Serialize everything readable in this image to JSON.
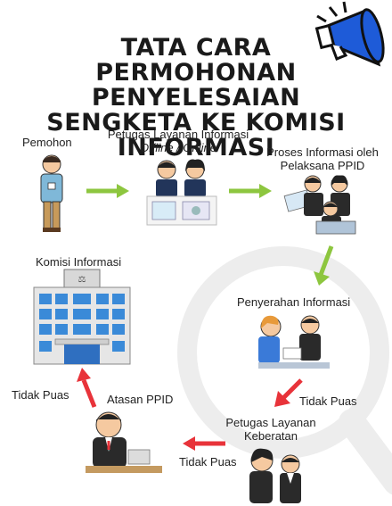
{
  "title": {
    "line1": "TATA CARA",
    "line2": "PERMOHONAN PENYELESAIAN",
    "line3": "SENGKETA KE KOMISI INFORMASI"
  },
  "nodes": {
    "pemohon": "Pemohon",
    "petugas_layanan_line1": "Petugas Layanan Informasi",
    "petugas_layanan_line2": "Offline / Online",
    "proses_line1": "Proses Informasi oleh",
    "proses_line2": "Pelaksana PPID",
    "penyerahan": "Penyerahan Informasi",
    "keberatan_line1": "Petugas Layanan",
    "keberatan_line2": "Keberatan",
    "atasan": "Atasan PPID",
    "komisi": "Komisi Informasi"
  },
  "edges": {
    "tidak_puas_1": "Tidak Puas",
    "tidak_puas_2": "Tidak Puas",
    "tidak_puas_3": "Tidak Puas"
  },
  "colors": {
    "green_arrow": "#8dc63f",
    "red_arrow": "#e8333a",
    "megaphone_blue": "#1e5bd8",
    "magnifier_gray": "#eeeeee"
  }
}
